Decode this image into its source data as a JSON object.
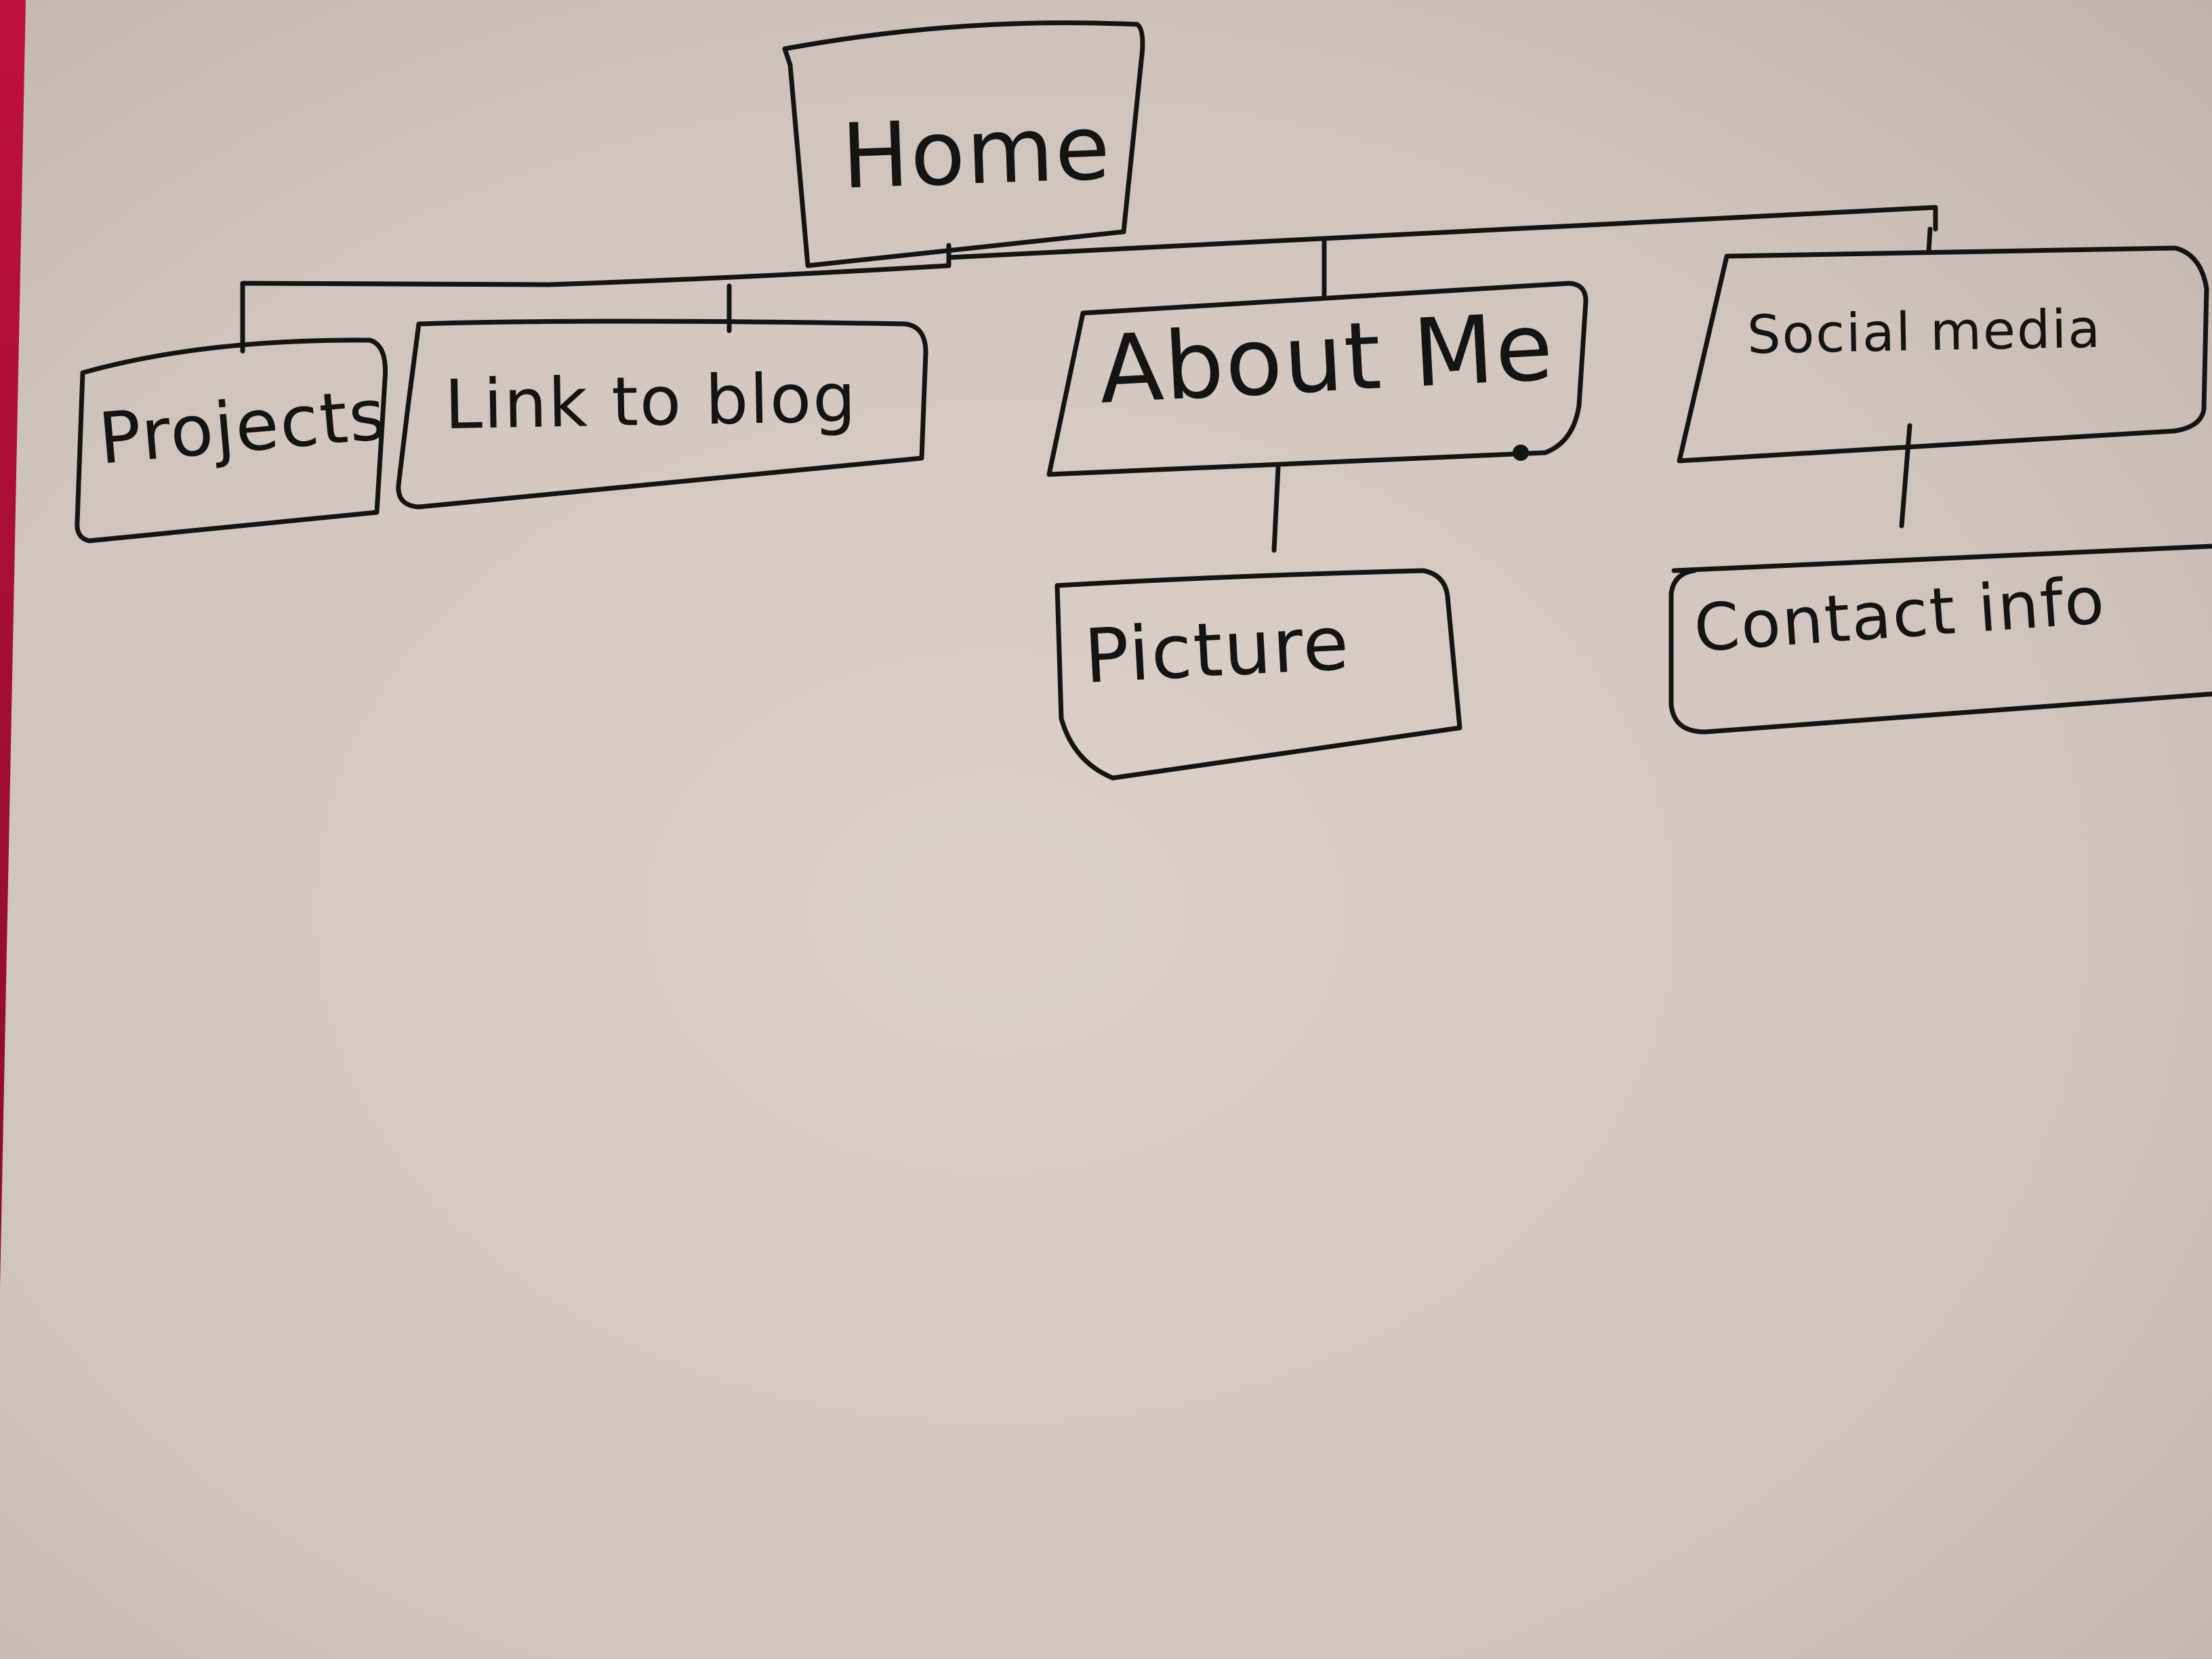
{
  "diagram": {
    "type": "site-map",
    "colors": {
      "ink": "#141414",
      "paper": "#ddd3cc",
      "background": "#b30f3a"
    },
    "nodes": [
      {
        "id": "home",
        "label": "Home",
        "parent": null
      },
      {
        "id": "projects",
        "label": "Projects",
        "parent": "home"
      },
      {
        "id": "link-to-blog",
        "label": "Link to blog",
        "parent": "home"
      },
      {
        "id": "about-me",
        "label": "About Me",
        "parent": "home"
      },
      {
        "id": "social-media",
        "label": "Social media",
        "parent": "home"
      },
      {
        "id": "picture",
        "label": "Picture",
        "parent": "about-me"
      },
      {
        "id": "contact-info",
        "label": "Contact info",
        "parent": "social-media"
      }
    ]
  }
}
